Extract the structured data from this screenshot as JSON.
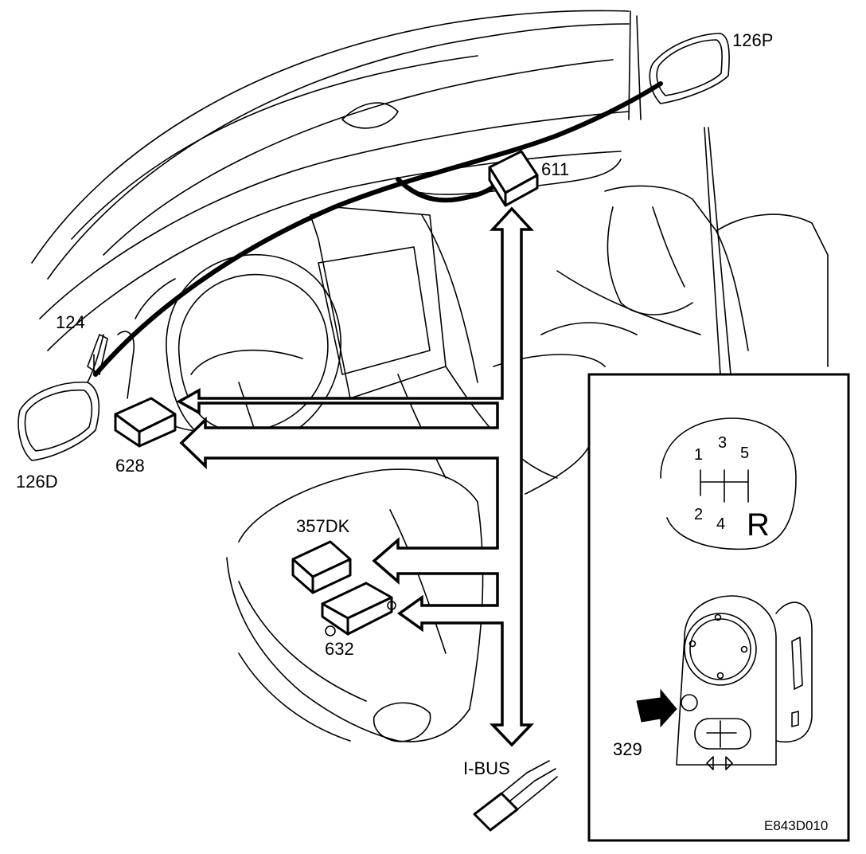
{
  "labels": {
    "mirror_passenger": "126P",
    "mirror_driver": "126D",
    "switch_124": "124",
    "module_611": "611",
    "module_628": "628",
    "module_357dk": "357DK",
    "module_632": "632",
    "switch_329": "329",
    "bus": "I-BUS",
    "figure_code": "E843D010"
  },
  "gear_pattern": {
    "gears": [
      "1",
      "3",
      "5",
      "2",
      "4",
      "R"
    ]
  }
}
